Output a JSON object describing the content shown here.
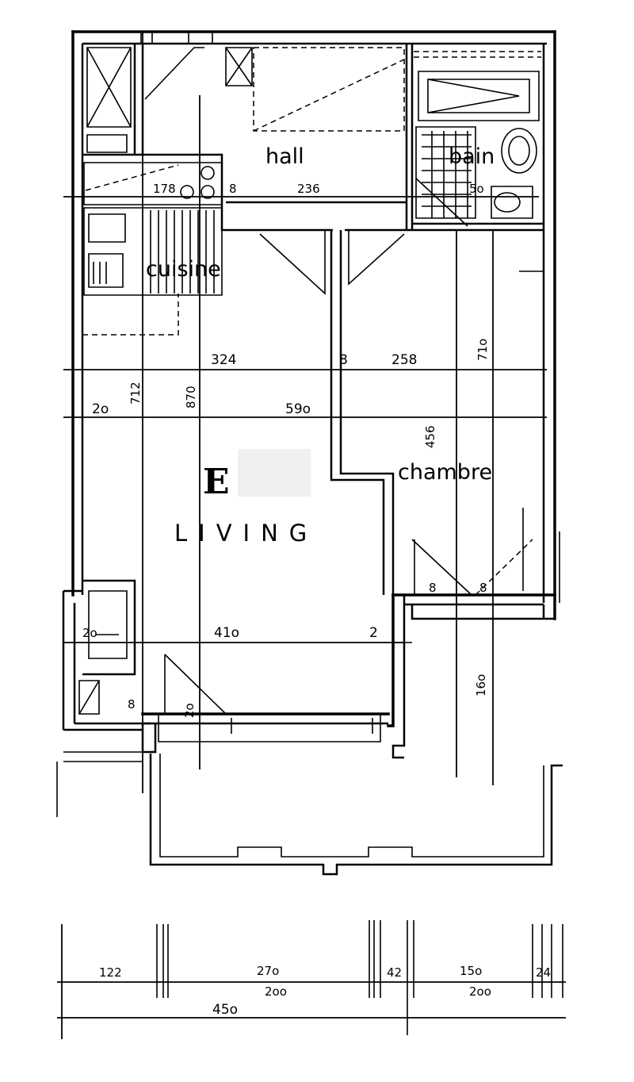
{
  "rooms": {
    "hall": "hall",
    "bain": "bain",
    "cuisine": "cuisine",
    "chambre": "chambre",
    "living": "LIVING",
    "living_mark": "E"
  },
  "dimensions": {
    "hall_left": "178",
    "hall_8": "8",
    "hall_width": "236",
    "bain_5o": "5o",
    "cuisine_324": "324",
    "mid_8": "8",
    "chambre_258": "258",
    "chambre_71o": "71o",
    "living_2o": "2o",
    "living_712": "712",
    "living_870": "870",
    "living_59o": "59o",
    "chambre_456": "456",
    "living_2o_b": "2o",
    "living_41o": "41o",
    "living_2_right": "2",
    "living_8_bottom": "8",
    "living_2o_v": "2o",
    "chambre_8a": "8",
    "chambre_8b": "8",
    "chambre_16o": "16o",
    "bottom_122": "122",
    "bottom_27o": "27o",
    "bottom_42": "42",
    "bottom_15o": "15o",
    "bottom_24": "24",
    "bottom_2oo_a": "2oo",
    "bottom_2oo_b": "2oo",
    "bottom_total": "45o"
  }
}
